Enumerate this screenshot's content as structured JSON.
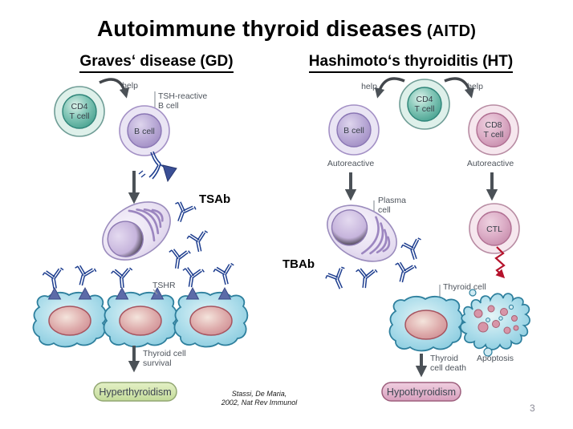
{
  "slide": {
    "title": "Autoimmune thyroid diseases",
    "title_suffix": " (AITD)",
    "citation": {
      "line1": "Stassi, De Maria,",
      "line2": "2002, Nat Rev Immunol"
    },
    "page_number": "3"
  },
  "colors": {
    "antibody_blue": "#1e3e8f",
    "arrow_gray": "#4b5157",
    "apoptosis_arrow_red": "#b5122b",
    "cd4_teal": "#3f9c8a",
    "bcell_lavender": "#9f8cc2",
    "cd8_pink": "#c488a8",
    "thyroid_blue": "#7fc6db",
    "nucleus_pink": "#c9838c",
    "hyper_box_green": "#c9dfa2",
    "hypo_box_pink": "#dcaac4"
  },
  "graves": {
    "heading": "Graves‘ disease (GD)",
    "help": "help",
    "cd4": {
      "line1": "CD4",
      "line2": "T cell"
    },
    "tsh_reactive": {
      "line1": "TSH-reactive",
      "line2": "B cell"
    },
    "b_cell": "B cell",
    "tsab": "TSAb",
    "tshr": "TSHR",
    "outcome": {
      "line1": "Thyroid cell",
      "line2": "survival"
    },
    "result": "Hyperthyroidism"
  },
  "hashimoto": {
    "heading": "Hashimoto‘s thyroiditis (HT)",
    "help_left": "help",
    "help_right": "help",
    "cd4": {
      "line1": "CD4",
      "line2": "T cell"
    },
    "b_cell": "B cell",
    "cd8": {
      "line1": "CD8",
      "line2": "T cell"
    },
    "autoreactive_left": "Autoreactive",
    "autoreactive_right": "Autoreactive",
    "plasma": {
      "line1": "Plasma",
      "line2": "cell"
    },
    "tbab": "TBAb",
    "ctl": "CTL",
    "thyroid_cell_label": "Thyroid cell",
    "apoptosis": "Apoptosis",
    "outcome": {
      "line1": "Thyroid",
      "line2": "cell death"
    },
    "result": "Hypothyroidism"
  }
}
